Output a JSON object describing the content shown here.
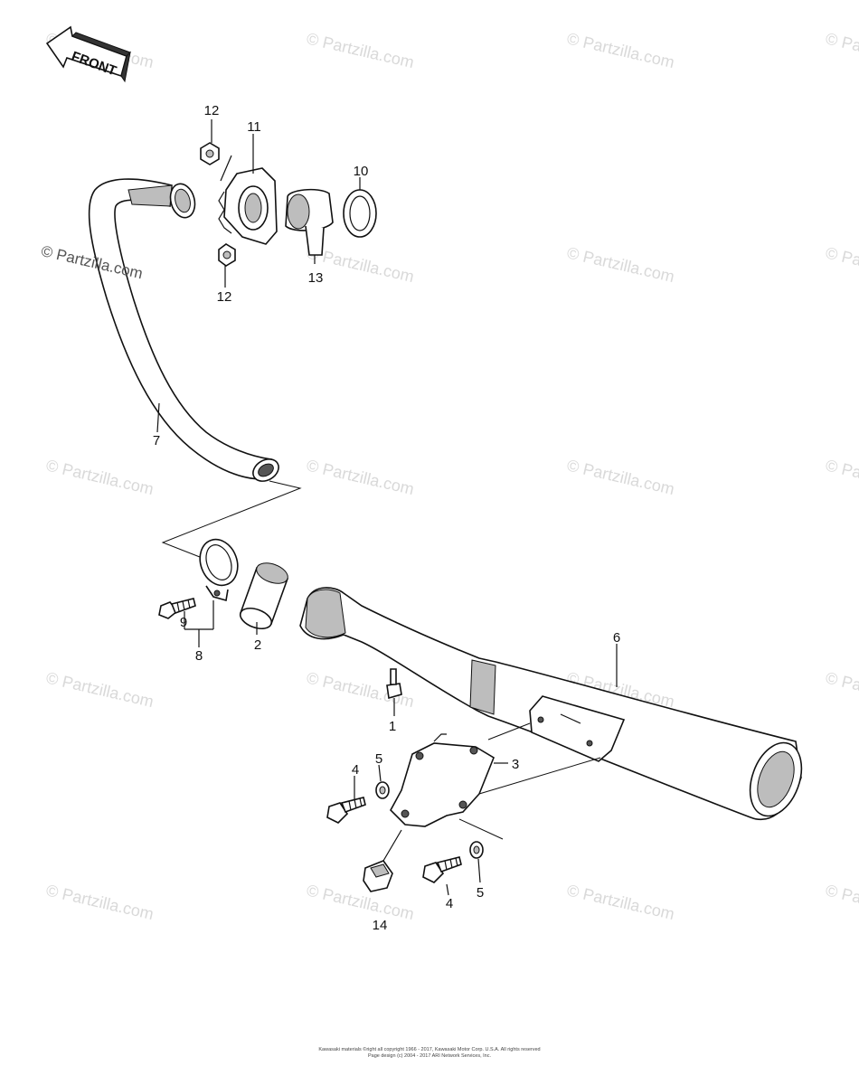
{
  "watermark": "© Partzilla.com",
  "front_label": "FRONT",
  "callouts": {
    "c1": "1",
    "c2": "2",
    "c3": "3",
    "c4a": "4",
    "c4b": "4",
    "c5a": "5",
    "c5b": "5",
    "c6": "6",
    "c7": "7",
    "c8": "8",
    "c9": "9",
    "c10": "10",
    "c11": "11",
    "c12a": "12",
    "c12b": "12",
    "c13": "13",
    "c14": "14"
  },
  "copyright_line1": "Kawasaki materials ©right all copyright 1966 - 2017, Kawasaki Motor Corp. U.S.A.  All rights reserved",
  "copyright_line2": "Page design (c) 2004 - 2017 ARI Network Services, Inc."
}
